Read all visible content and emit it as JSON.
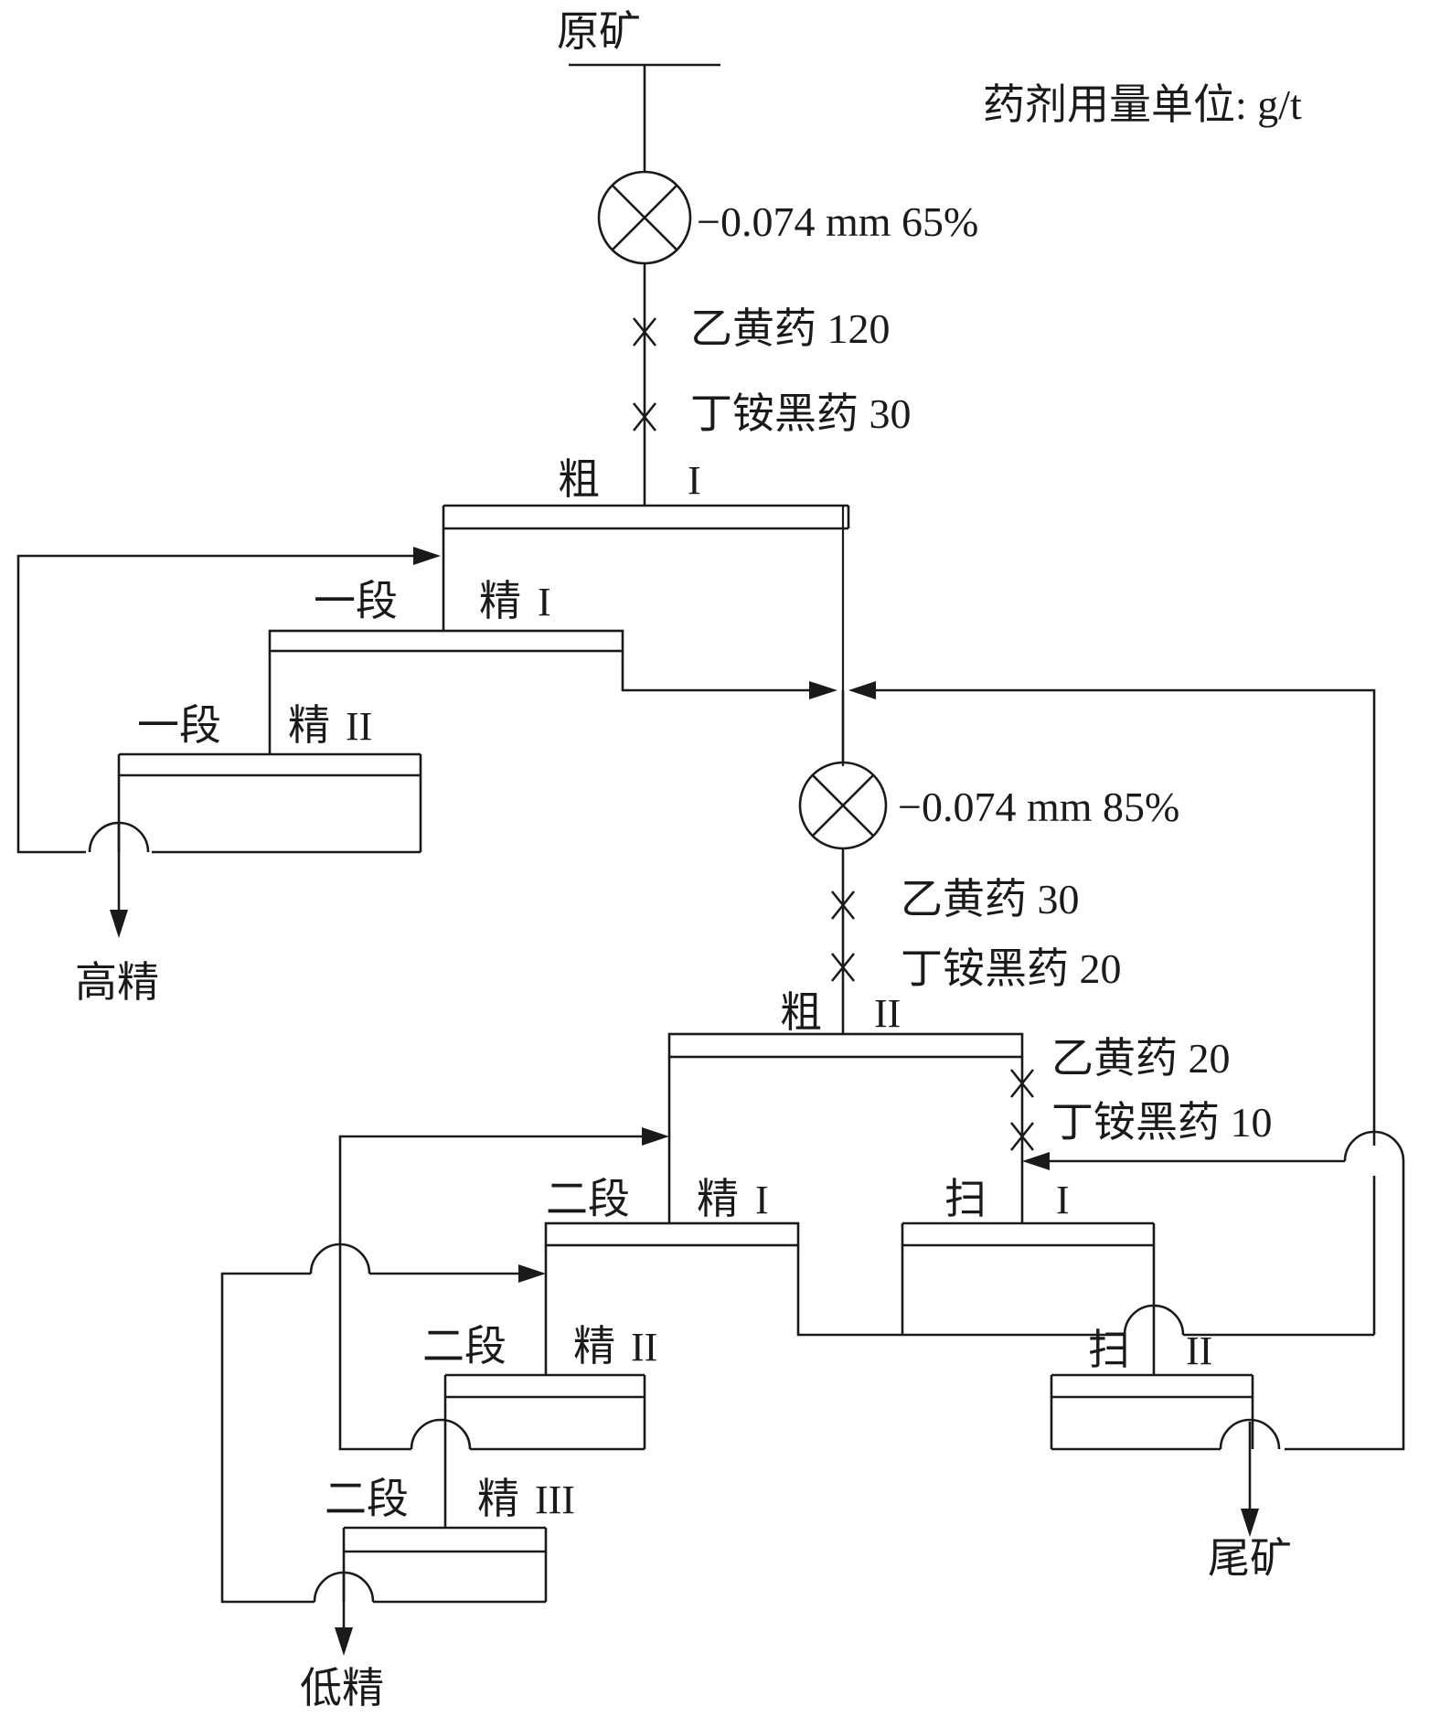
{
  "units_note": "药剂用量单位: g/t",
  "feed": "原矿",
  "grinding": [
    {
      "fineness": "−0.074 mm 65%"
    },
    {
      "fineness": "−0.074 mm 85%"
    }
  ],
  "reagents": {
    "rougher_1": [
      {
        "name": "乙黄药",
        "dose": "120",
        "label": "乙黄药 120"
      },
      {
        "name": "丁铵黑药",
        "dose": "30",
        "label": "丁铵黑药 30"
      }
    ],
    "rougher_2": [
      {
        "name": "乙黄药",
        "dose": "30",
        "label": "乙黄药 30"
      },
      {
        "name": "丁铵黑药",
        "dose": "20",
        "label": "丁铵黑药 20"
      }
    ],
    "scavenger_1": [
      {
        "name": "乙黄药",
        "dose": "20",
        "label": "乙黄药 20"
      },
      {
        "name": "丁铵黑药",
        "dose": "10",
        "label": "丁铵黑药 10"
      }
    ]
  },
  "cells": {
    "rougher_1": {
      "name": "粗",
      "numeral": "I"
    },
    "stage1_cleaner_1": {
      "stage": "一段",
      "name": "精",
      "numeral": "I"
    },
    "stage1_cleaner_2": {
      "stage": "一段",
      "name": "精",
      "numeral": "II"
    },
    "rougher_2": {
      "name": "粗",
      "numeral": "II"
    },
    "stage2_cleaner_1": {
      "stage": "二段",
      "name": "精",
      "numeral": "I"
    },
    "stage2_cleaner_2": {
      "stage": "二段",
      "name": "精",
      "numeral": "II"
    },
    "stage2_cleaner_3": {
      "stage": "二段",
      "name": "精",
      "numeral": "III"
    },
    "scavenger_1": {
      "name": "扫",
      "numeral": "I"
    },
    "scavenger_2": {
      "name": "扫",
      "numeral": "II"
    }
  },
  "products": {
    "high_grade_concentrate": "高精",
    "low_grade_concentrate": "低精",
    "tailings": "尾矿"
  }
}
